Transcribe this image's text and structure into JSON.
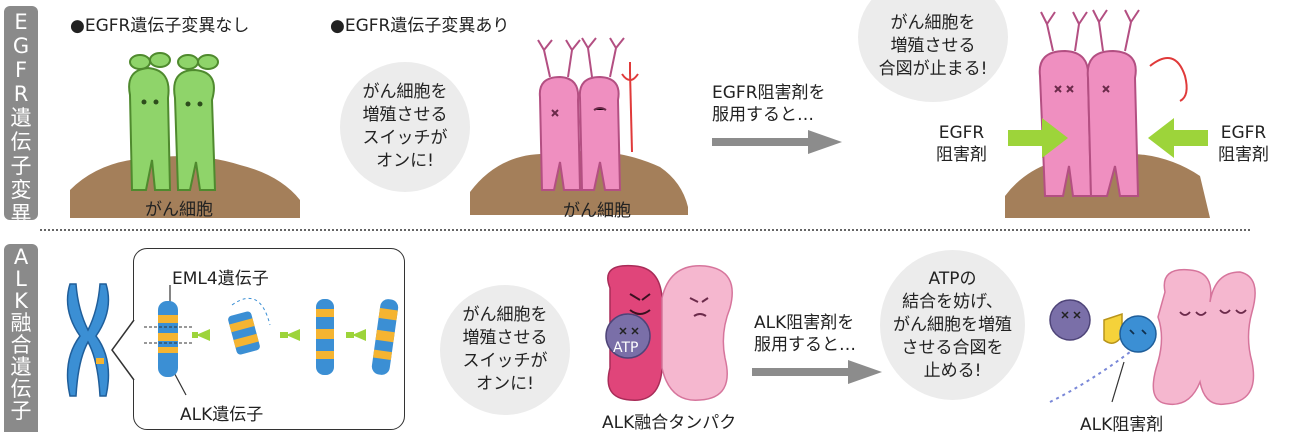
{
  "colors": {
    "tab_bg": "#8a8a8a",
    "bubble_bg": "#ececec",
    "green_char": "#8fd46a",
    "pink_char": "#ef8fc0",
    "dirt": "#a47f5a",
    "arrow_gray": "#8c8c8c",
    "green_arrow": "#9dd43a",
    "alk_magenta": "#e0457a",
    "alk_pink": "#f5b7cf",
    "chrom_blue": "#3b8fd4",
    "chrom_yellow": "#f5b431"
  },
  "egfr_section": {
    "tab_label": [
      "E",
      "G",
      "F",
      "R",
      "遺",
      "伝",
      "子",
      "変",
      "異"
    ],
    "caption_no_mutation": "●EGFR遺伝子変異なし",
    "caption_mutation": "●EGFR遺伝子変異あり",
    "cancer_cell_label_1": "がん細胞",
    "cancer_cell_label_2": "がん細胞",
    "bubble_switch_on": [
      "がん細胞を",
      "増殖させる",
      "スイッチが",
      "オンに!"
    ],
    "arrow_text": [
      "EGFR阻害剤を",
      "服用すると…"
    ],
    "bubble_signal_stop": [
      "がん細胞を",
      "増殖させる",
      "合図が止まる!"
    ],
    "inhibitor_left": [
      "EGFR",
      "阻害剤"
    ],
    "inhibitor_right": [
      "EGFR",
      "阻害剤"
    ]
  },
  "alk_section": {
    "tab_label": [
      "A",
      "L",
      "K",
      "融",
      "合",
      "遺",
      "伝",
      "子"
    ],
    "eml4_label": "EML4遺伝子",
    "alk_gene_label": "ALK遺伝子",
    "bubble_switch_on": [
      "がん細胞を",
      "増殖させる",
      "スイッチが",
      "オンに!"
    ],
    "atp_label": "ATP",
    "fusion_protein_label": "ALK融合タンパク",
    "arrow_text": [
      "ALK阻害剤を",
      "服用すると…"
    ],
    "bubble_block": [
      "ATPの",
      "結合を妨げ、",
      "がん細胞を増殖",
      "させる合図を",
      "止める!"
    ],
    "inhibitor_label": "ALK阻害剤"
  }
}
